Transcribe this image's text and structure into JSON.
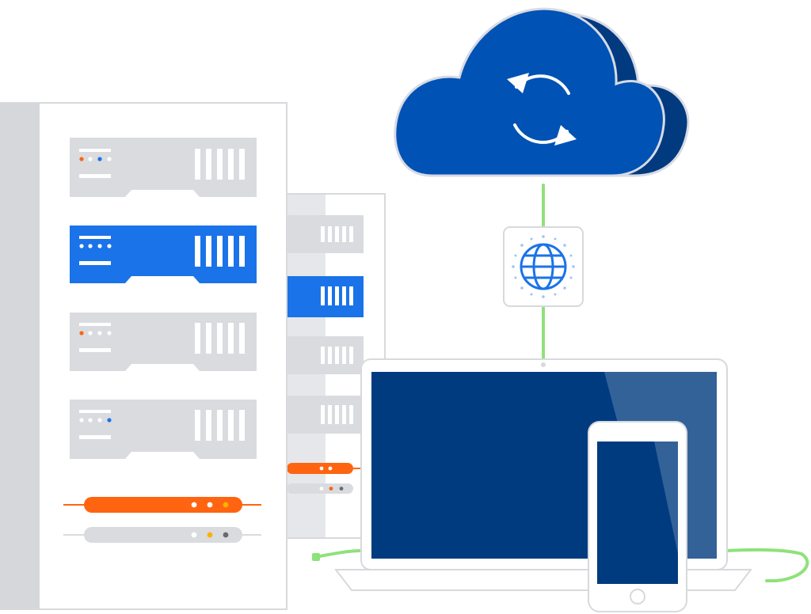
{
  "illustration": {
    "subject": "",
    "colors": {
      "cloud_front": "#0052b4",
      "cloud_back": "#023a80",
      "server_active": "#1a73e8",
      "server_grey": "#d9dbdf",
      "rack_frame": "#c9ccd1",
      "rack_bg": "#ffffff",
      "cable_green": "#8ee27a",
      "accent_orange": "#ff6410",
      "screen_navy": "#003b80",
      "globe_blue": "#1a73e8"
    },
    "icons": [
      "cloud-icon",
      "sync-arrows-icon",
      "globe-icon",
      "server-rack",
      "laptop",
      "smartphone"
    ]
  }
}
